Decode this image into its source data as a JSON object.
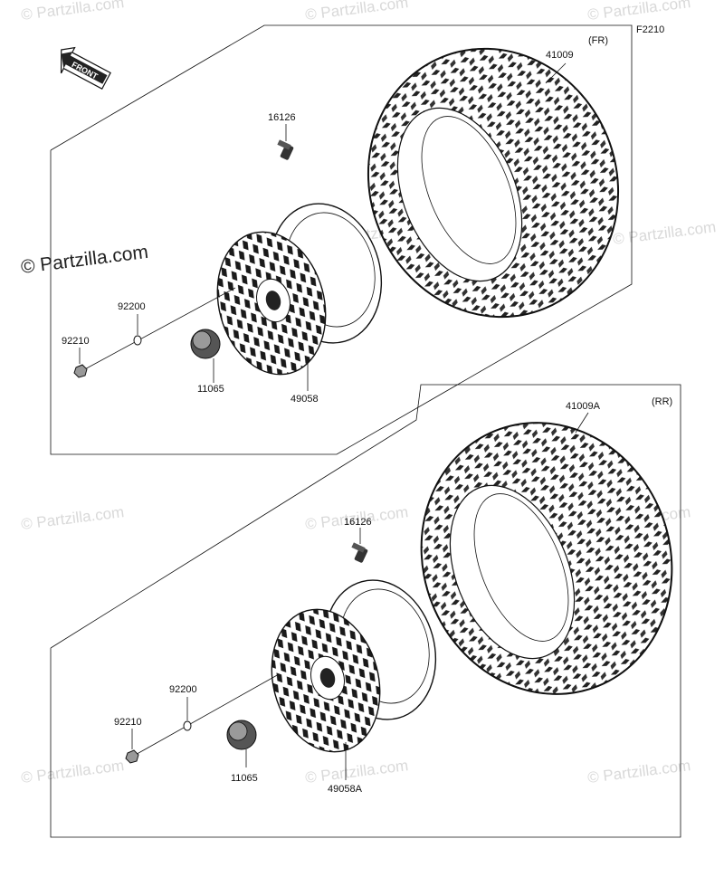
{
  "diagram": {
    "code": "F2210",
    "front_arrow": "FRONT",
    "copyright_main": "© Partzilla.com",
    "watermark_text": "© Partzilla.com",
    "front_section": {
      "tag": "(FR)",
      "tire": "41009",
      "valve": "16126",
      "washer": "92200",
      "nut": "92210",
      "cap": "11065",
      "wheel": "49058"
    },
    "rear_section": {
      "tag": "(RR)",
      "tire": "41009A",
      "valve": "16126",
      "washer": "92200",
      "nut": "92210",
      "cap": "11065",
      "wheel": "49058A"
    }
  }
}
